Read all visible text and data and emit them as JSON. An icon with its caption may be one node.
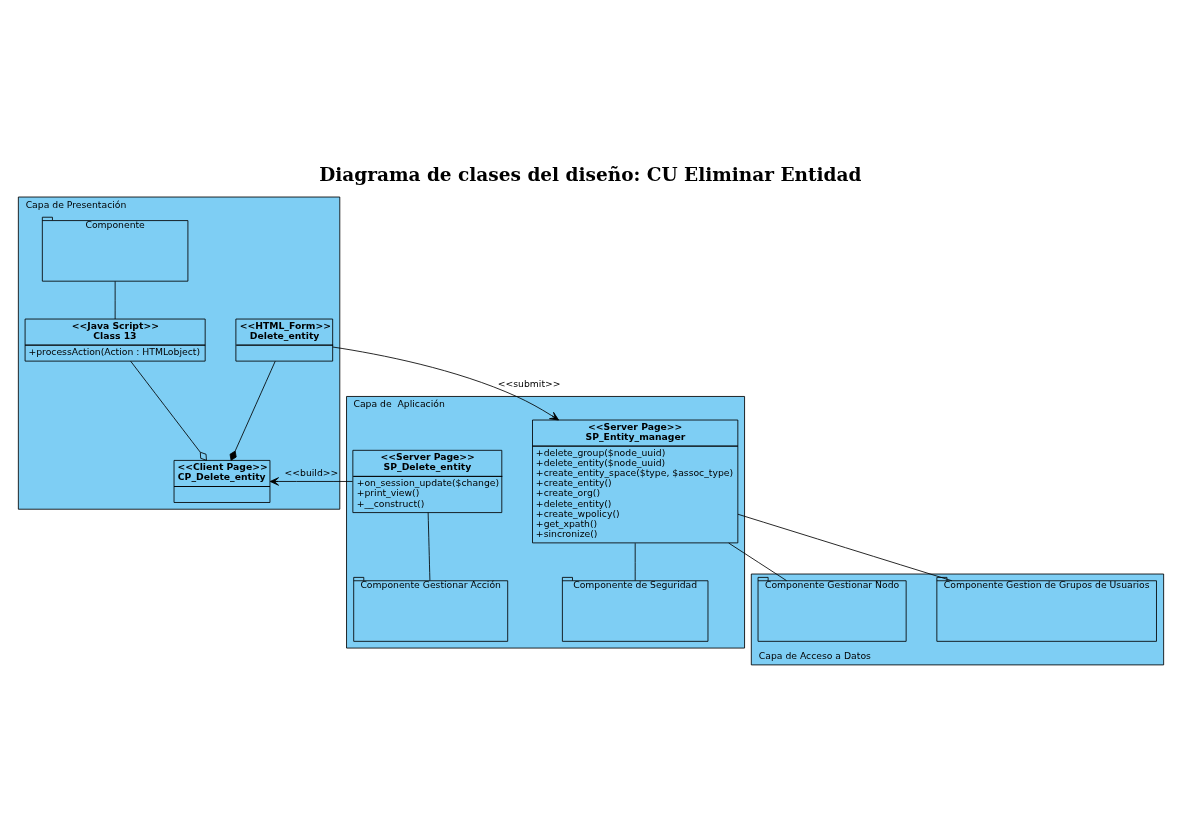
{
  "diagram": {
    "title": "Diagrama de clases del diseño: CU Eliminar Entidad",
    "nodes": [
      {
        "text": [
          "Capa de Presentación"
        ]
      },
      {
        "text": [
          "<<HTML_Form>>",
          "Delete_entity"
        ],
        "in": 0
      },
      {
        "text": [
          "<<Client Page>>",
          "CP_Delete_entity"
        ],
        "in": 0
      },
      {
        "text": [
          "Componente"
        ],
        "in": 0
      },
      {
        "text": [
          "<<Java Script>>",
          "Class 13",
          "+processAction(Action : HTMLobject)"
        ],
        "in": 0
      },
      {
        "text": [
          "Capa de  Aplicación"
        ]
      },
      {
        "text": [
          "<<Server Page>>",
          "SP_Delete_entity",
          "+on_session_update($change)",
          "+print_view()",
          "+__construct()"
        ],
        "in": 5
      },
      {
        "text": [
          "<<Server Page>>",
          "SP_Entity_manager",
          "+delete_group($node_uuid)",
          "+delete_entity($node_uuid)",
          "+create_entity_space($type, $assoc_type)",
          "+create_entity()",
          "+create_org()",
          "+delete_entity()",
          "+create_wpolicy()",
          "+get_xpath()",
          "+sincronize()"
        ],
        "in": 5
      },
      {
        "text": [
          "Componente Gestionar Acción"
        ],
        "in": 5
      },
      {
        "text": [
          "Componente de Seguridad"
        ],
        "in": 5
      },
      {
        "text": [
          "Capa de Acceso a Datos"
        ]
      },
      {
        "text": [
          "Componente Gestionar Nodo"
        ],
        "in": 10
      },
      {
        "text": [
          "Componente Gestion de Grupos de Usuarios"
        ],
        "in": 10
      }
    ],
    "edges": [
      {
        "from": 1,
        "to": 2,
        "arrow": "other"
      },
      {
        "from": 6,
        "to": 2,
        "arrow": "to",
        "label": "<<build>>"
      },
      {
        "from": 4,
        "to": 2,
        "arrow": "other"
      },
      {
        "from": 3,
        "to": 4,
        "arrow": "none"
      },
      {
        "from": 1,
        "to": 7,
        "arrow": "to",
        "label": "<<submit>>"
      },
      {
        "from": 6,
        "to": 8,
        "arrow": "none"
      },
      {
        "from": 7,
        "to": 9,
        "arrow": "none"
      },
      {
        "from": 7,
        "to": 11,
        "arrow": "none"
      },
      {
        "from": 7,
        "to": 12,
        "arrow": "none"
      }
    ]
  }
}
